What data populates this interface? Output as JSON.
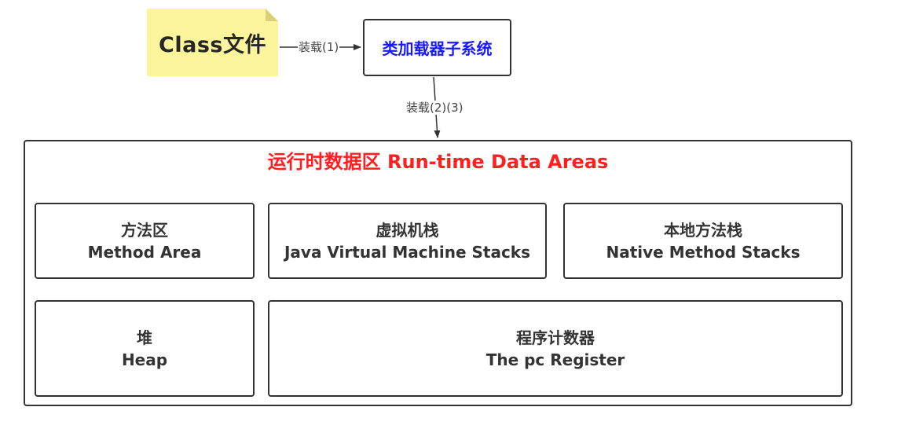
{
  "class_file": {
    "label": "Class文件"
  },
  "class_loader": {
    "label": "类加载器子系统"
  },
  "edges": {
    "load_1": "装载(1)",
    "load_2_3": "装载(2)(3)"
  },
  "runtime_data_areas": {
    "title": "运行时数据区 Run-time Data Areas",
    "method_area": {
      "zh": "方法区",
      "en": "Method Area"
    },
    "jvm_stacks": {
      "zh": "虚拟机栈",
      "en": "Java Virtual Machine Stacks"
    },
    "native_method_stacks": {
      "zh": "本地方法栈",
      "en": "Native Method Stacks"
    },
    "heap": {
      "zh": "堆",
      "en": "Heap"
    },
    "pc_register": {
      "zh": "程序计数器",
      "en": "The pc Register"
    }
  },
  "colors": {
    "note_fill": "#fdf59b",
    "loader_text": "#1919ff",
    "title_text": "#ff1f1f",
    "border": "#333333"
  }
}
